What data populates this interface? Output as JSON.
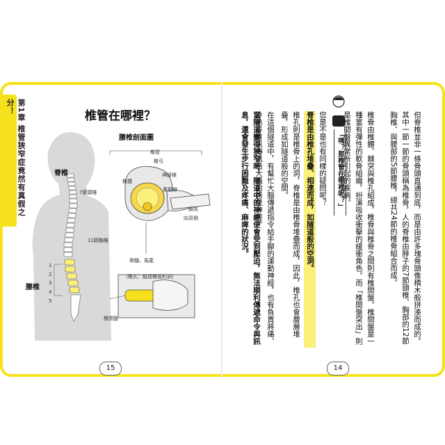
{
  "chapter_tab": "第1章 椎管狹窄症竟然有真假之分！",
  "left_page": {
    "title": "椎管在哪裡？",
    "page_number": "15",
    "labels": {
      "spine": "脊椎",
      "lumbar": "腰椎",
      "cervical": "7節頸椎",
      "thoracic": "12節胸椎",
      "lumbar_numbers": [
        "1",
        "2",
        "3",
        "4",
        "5"
      ]
    },
    "figure": {
      "title": "腰椎剖面圖",
      "labels": {
        "spinal_canal": "椎管",
        "vertebral_arch": "椎弓",
        "spinous_process": "棘突",
        "vertebral_body": "椎體",
        "transverse_process": "神經根",
        "yellow_ligament": "黃韌帶",
        "cauda": "脊髓、馬尾",
        "posterior": "向背側",
        "foramen_caption": "（椎孔：組成椎管的洞）",
        "disc": "椎間盤"
      }
    }
  },
  "right_page": {
    "page_number": "14",
    "para1": "但脊椎並非一條骨頭直通到底，而是由許多塊骨頭像積木般拼湊而成的。其中一節一節的骨頭稱為椎骨，人的脊椎由脖子的7節頸椎、胸部的12節胸椎、與腰部的5節腰椎，總共24節的椎骨組合而成。",
    "para2": "椎骨由椎體、棘突與椎孔組成，椎骨與椎骨之間則有椎間盤。椎間盤是一種富有彈性的軟骨組織，扮演吸收衝擊的緩衝角色。而「椎間盤突出」則是椎間盤異常所引起的疾病。",
    "tip_question": "「咦？那椎管在哪裡呢？」",
    "para3a": "您是不是也有同樣的疑問呢？",
    "para3b_bold": "脊椎是由椎孔堆疊、相連而成，如隧道般的空洞。",
    "para3c": "椎孔則是椎骨上的洞，脊椎是由椎骨堆疊而成，因此，椎孔也會層層堆疊，形成如隧道般的空間。",
    "para4": "在這個隧道中，有幫忙大腦傳遞指令給手腳的運動神經，也有負責將痛、冷熱等資訊傳遞給大腦的感覺神經。",
    "para4_bold": "當隧道變得狹窄時，隧道中的神經便會受到壓迫，無法順利傳遞命令與訊息，還會發生步行困難及疼痛、麻痺的狀況。"
  }
}
